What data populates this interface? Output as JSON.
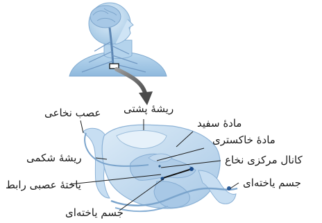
{
  "labels": {
    "dorsal_root": "ریشهٔ پشتی",
    "spinal_nerve": "عصب نخاعی",
    "white_matter": "مادهٔ سفید",
    "gray_matter": "مادهٔ خاکستری",
    "ventral_root": "ریشهٔ شکمی",
    "central_canal": "کانال مرکزی نخاع",
    "interneuron": "یاختهٔ عصبی رابط",
    "cell_body_right": "جسم یاخته‌ای",
    "cell_body_bottom": "جسم یاخته‌ای"
  }
}
